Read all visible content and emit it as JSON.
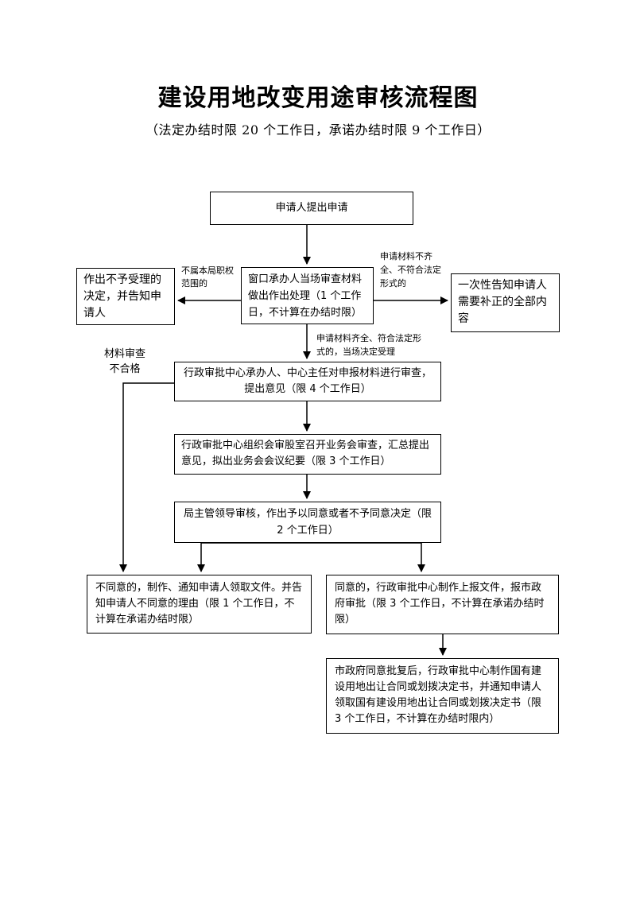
{
  "title": "建设用地改变用途审核流程图",
  "subtitle": "（法定办结时限 20 个工作日，承诺办结时限 9 个工作日）",
  "nodes": {
    "apply": "申请人提出申请",
    "window": "窗口承办人当场审查材料做出作出处理（1 个工作日，不计算在办结时限）",
    "reject": "作出不予受理的决定，并告知申请人",
    "supplement": "一次性告知申请人需要补正的全部内容",
    "review": "行政审批中心承办人、中心主任对申报材料进行审查，提出意见（限 4 个工作日）",
    "meeting": "行政审批中心组织会审股室召开业务会审查，汇总提出意见，拟出业务会会议纪要（限 3 个工作日）",
    "leader": "局主管领导审核，作出予以同意或者不予同意决定（限 2 个工作日）",
    "disagree": "不同意的，制作、通知申请人领取文件。并告知申请人不同意的理由（限 1 个工作日，不计算在承诺办结时限）",
    "agree": "同意的，行政审批中心制作上报文件，报市政府审批（限 3 个工作日，不计算在承诺办结时限）",
    "final": "市政府同意批复后，行政审批中心制作国有建设用地出让合同或划拨决定书，并通知申请人领取国有建设用地出让合同或划拨决定书（限 3 个工作日，不计算在办结时限内）"
  },
  "labels": {
    "not_in_scope": "不属本局职权范围的",
    "incomplete": "申请材料不齐全、不符合法定形式的",
    "complete": "申请材料齐全、符合法定形式的，当场决定受理",
    "failed_review": "材料审查不合格"
  }
}
